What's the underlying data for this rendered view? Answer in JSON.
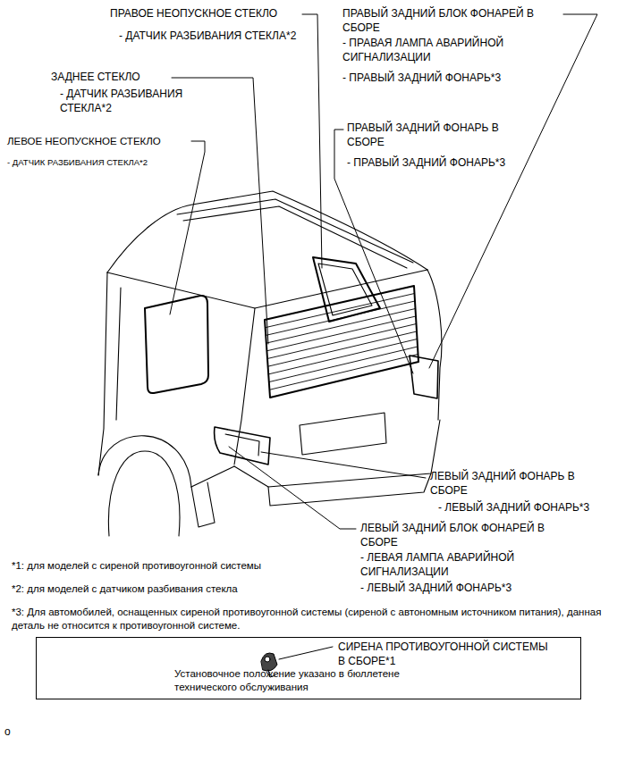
{
  "diagram": {
    "nodes": [
      {
        "text": [
          "СИРЕНА ПРОТИВОУГОННОЙ СИСТЕМЫ В СБОРЕ*1",
          "Установочное положение указано в бюллетене технического обслуживания"
        ]
      }
    ],
    "edges": [],
    "labels": [
      "ПРАВОЕ НЕОПУСКНОЕ СТЕКЛО",
      "- ДАТЧИК РАЗБИВАНИЯ СТЕКЛА*2",
      "ПРАВЫЙ ЗАДНИЙ БЛОК ФОНАРЕЙ В СБОРЕ",
      "- ПРАВАЯ ЛАМПА АВАРИЙНОЙ СИГНАЛИЗАЦИИ",
      "- ПРАВЫЙ ЗАДНИЙ ФОНАРЬ*3",
      "ЗАДНЕЕ СТЕКЛО",
      "- ДАТЧИК РАЗБИВАНИЯ СТЕКЛА*2",
      "ПРАВЫЙ ЗАДНИЙ ФОНАРЬ В СБОРЕ",
      "- ПРАВЫЙ ЗАДНИЙ ФОНАРЬ*3",
      "ЛЕВОЕ НЕОПУСКНОЕ СТЕКЛО",
      "- ДАТЧИК РАЗБИВАНИЯ СТЕКЛА*2",
      "ЛЕВЫЙ ЗАДНИЙ ФОНАРЬ В СБОРЕ",
      "- ЛЕВЫЙ ЗАДНИЙ ФОНАРЬ*3",
      "ЛЕВЫЙ ЗАДНИЙ БЛОК ФОНАРЕЙ В СБОРЕ",
      "- ЛЕВАЯ ЛАМПА АВАРИЙНОЙ СИГНАЛИЗАЦИИ",
      "- ЛЕВЫЙ ЗАДНИЙ ФОНАРЬ*3",
      "*1: для моделей с сиреной противоугонной системы",
      "*2: для моделей с датчиком разбивания стекла",
      "*3: Для автомобилей, оснащенных сиреной противоугонной системы (сиреной с автономным источником питания), данная деталь не относится к противоугонной системе.",
      "o"
    ]
  }
}
